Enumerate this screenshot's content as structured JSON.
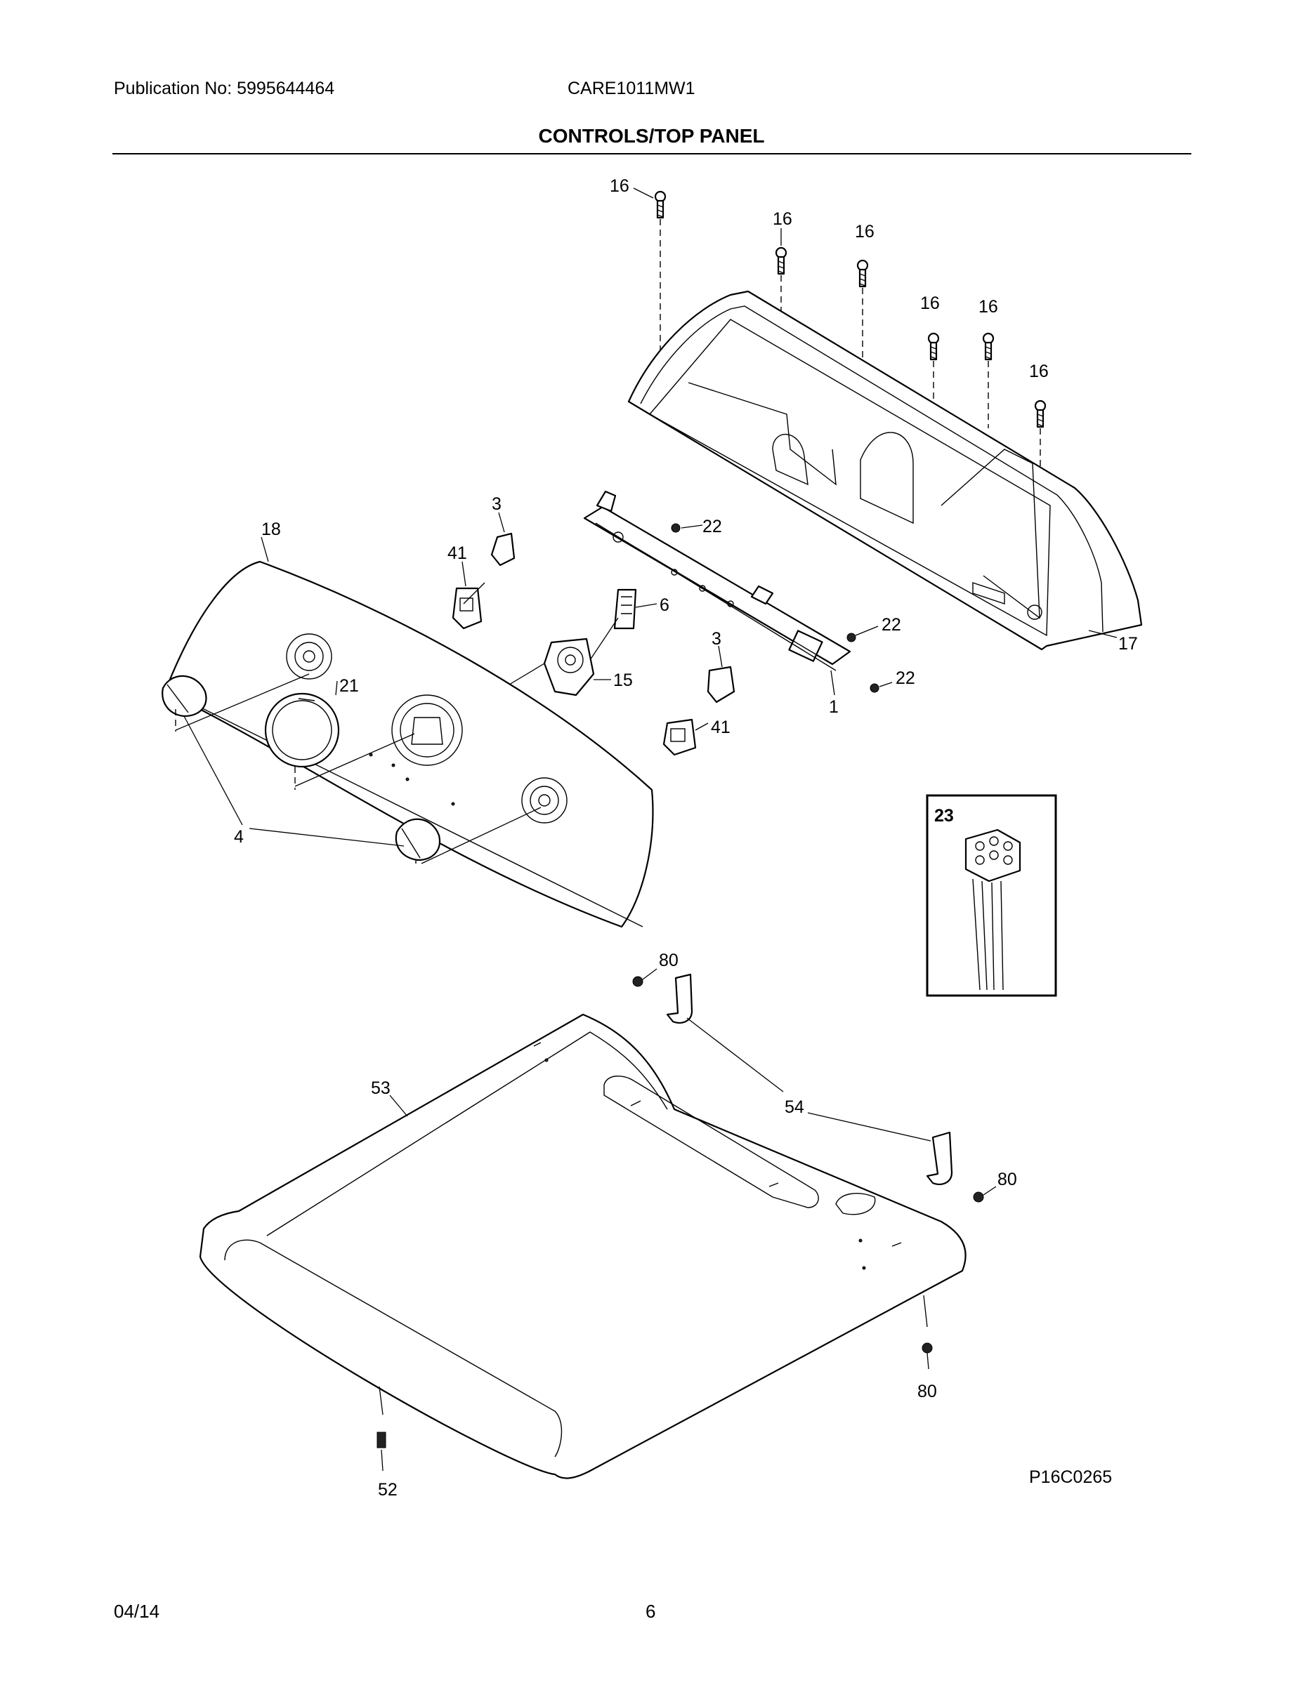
{
  "header": {
    "publication": "Publication No: 5995644464",
    "model": "CARE1011MW1",
    "title": "CONTROLS/TOP PANEL"
  },
  "callouts": {
    "c16": "16",
    "c17": "17",
    "c18": "18",
    "c3": "3",
    "c41": "41",
    "c22": "22",
    "c6": "6",
    "c15": "15",
    "c1": "1",
    "c21": "21",
    "c4": "4",
    "c23": "23",
    "c80": "80",
    "c53": "53",
    "c54": "54",
    "c52": "52"
  },
  "diagram_code": "P16C0265",
  "footer": {
    "date": "04/14",
    "page": "6"
  }
}
